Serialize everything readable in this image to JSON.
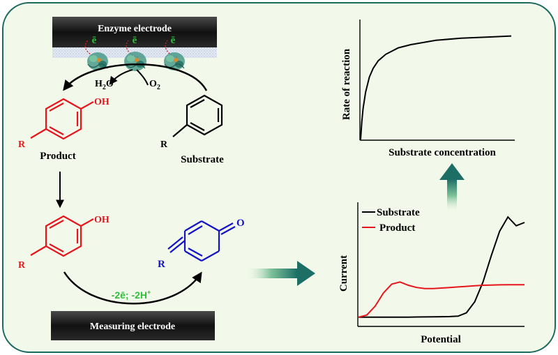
{
  "colors": {
    "panel_fill": "#f3f9ea",
    "panel_border": "#1a6a5e",
    "red": "#e8141c",
    "blue": "#1313c8",
    "green": "#2fbf3a",
    "teal": "#1d6f66",
    "black": "#000000"
  },
  "enzyme_electrode": {
    "label": "Enzyme electrode",
    "electrons": [
      "ē",
      "ē",
      "ē"
    ]
  },
  "reaction_top": {
    "h2o": "H",
    "h2o_sub": "2",
    "h2o_tail": "O",
    "o2": "O",
    "o2_sub": "2"
  },
  "product_top": {
    "label": "Product",
    "oh": "OH",
    "r": "R"
  },
  "substrate": {
    "label": "Substrate",
    "r": "R"
  },
  "product_bottom": {
    "oh": "OH",
    "r": "R"
  },
  "quinone": {
    "o": "O",
    "r": "R"
  },
  "oxidation": {
    "label": "-2ē; -2H",
    "sup": "+"
  },
  "measuring_electrode": {
    "label": "Measuring electrode"
  },
  "icons": [
    "down-arrow-icon",
    "right-gradient-arrow-icon",
    "up-gradient-arrow-icon",
    "enzyme-icon"
  ],
  "chart_data": [
    {
      "type": "line",
      "title": "",
      "xlabel": "Substrate concentration",
      "ylabel": "Rate of reaction",
      "x": [
        0,
        0.05,
        0.1,
        0.2,
        0.35,
        0.5,
        0.7,
        1.0,
        1.5,
        2.0,
        3.0,
        4.0,
        5.0,
        6.0
      ],
      "series": [
        {
          "values": [
            0,
            0.17,
            0.29,
            0.44,
            0.58,
            0.66,
            0.73,
            0.79,
            0.85,
            0.88,
            0.92,
            0.94,
            0.95,
            0.96
          ],
          "color": "#000000"
        }
      ],
      "xlim": [
        0,
        6
      ],
      "ylim": [
        0,
        1.1
      ],
      "grid": false
    },
    {
      "type": "line",
      "title": "",
      "xlabel": "Potential",
      "ylabel": "Current",
      "x": [
        0,
        0.05,
        0.1,
        0.15,
        0.2,
        0.25,
        0.3,
        0.35,
        0.4,
        0.45,
        0.5,
        0.55,
        0.6,
        0.65,
        0.7,
        0.75,
        0.8,
        0.85,
        0.9,
        0.95,
        1.0
      ],
      "series": [
        {
          "name": "Substrate",
          "color": "#000000",
          "values": [
            0.02,
            0.02,
            0.02,
            0.02,
            0.02,
            0.02,
            0.021,
            0.022,
            0.023,
            0.024,
            0.025,
            0.026,
            0.03,
            0.06,
            0.16,
            0.34,
            0.58,
            0.8,
            0.93,
            0.85,
            0.88
          ]
        },
        {
          "name": "Product",
          "color": "#e8141c",
          "values": [
            0.02,
            0.04,
            0.12,
            0.24,
            0.32,
            0.34,
            0.31,
            0.29,
            0.28,
            0.28,
            0.285,
            0.29,
            0.295,
            0.3,
            0.305,
            0.31,
            0.312,
            0.314,
            0.315,
            0.315,
            0.315
          ]
        }
      ],
      "legend": "top-left",
      "xlim": [
        0,
        1
      ],
      "ylim": [
        0,
        1
      ],
      "grid": false
    }
  ]
}
